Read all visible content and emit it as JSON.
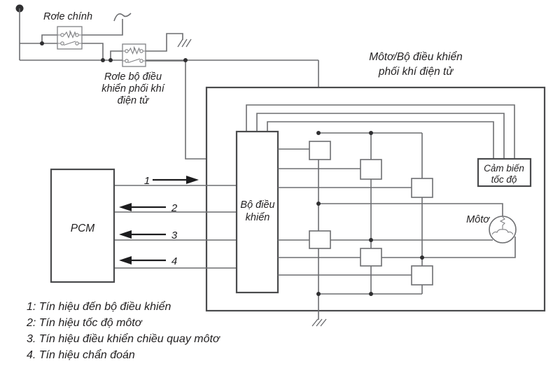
{
  "labels": {
    "main_relay": "Rơle chính",
    "egr_relay_line1": "Rơle bộ điều",
    "egr_relay_line2": "khiển phối khí",
    "egr_relay_line3": "điện tử",
    "assembly_title_line1": "Môtơ/Bộ điều khiển",
    "assembly_title_line2": "phối khí điện tử",
    "controller_line1": "Bộ điều",
    "controller_line2": "khiển",
    "pcm": "PCM",
    "speed_sensor_line1": "Cảm biến",
    "speed_sensor_line2": "tốc độ",
    "motor": "Môtơ"
  },
  "signals": [
    {
      "num": "1",
      "arrow": "right"
    },
    {
      "num": "2",
      "arrow": "left"
    },
    {
      "num": "3",
      "arrow": "left"
    },
    {
      "num": "4",
      "arrow": "left"
    }
  ],
  "legend": {
    "item1": "1: Tín hiệu đến bộ điều khiển",
    "item2": "2: Tín hiệu tốc độ môtơ",
    "item3": "3. Tín hiệu điều khiển chiều quay môtơ",
    "item4": "4. Tín hiệu chẩn đoán"
  },
  "colors": {
    "wire": "#6d6e71",
    "box_border": "#4a4b4d",
    "text": "#232122",
    "background": "#ffffff"
  }
}
